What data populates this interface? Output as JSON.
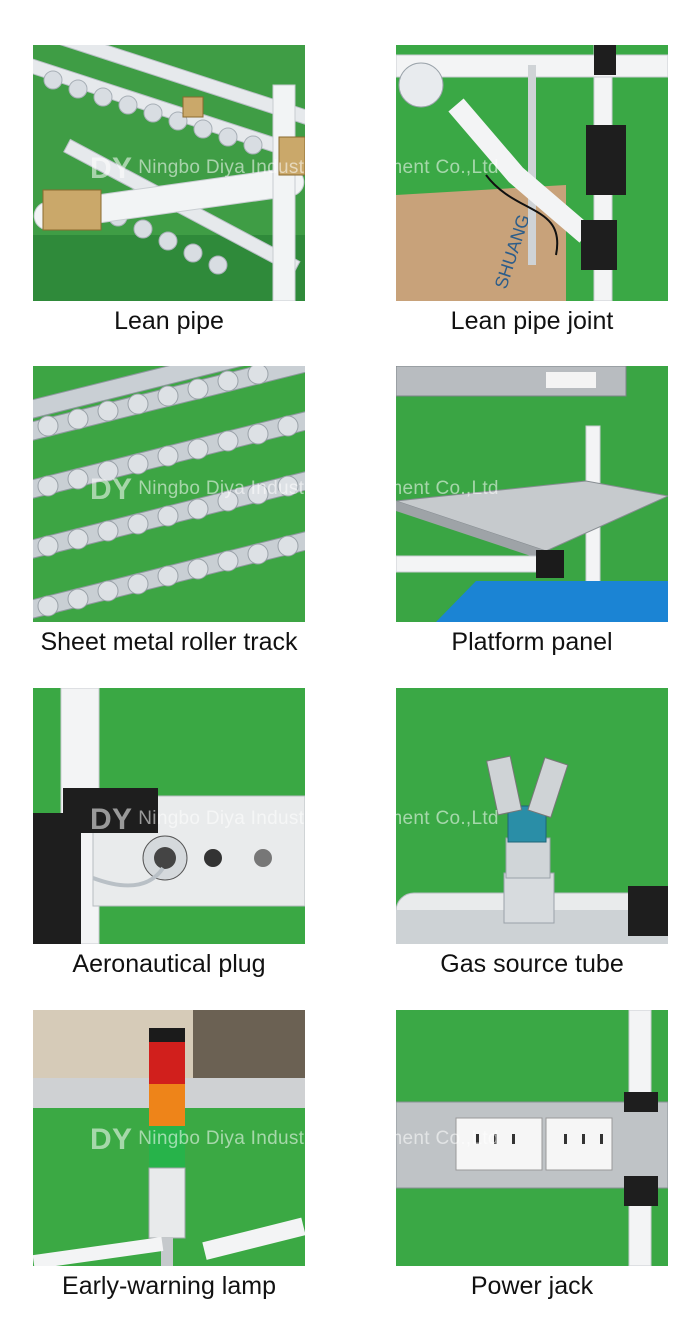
{
  "watermark": {
    "logo": "DY",
    "text": "Ningbo Diya Industrial Equipment Co.,Ltd"
  },
  "items": [
    {
      "caption": "Lean pipe"
    },
    {
      "caption": "Lean pipe joint",
      "carton_text": "SHUANG"
    },
    {
      "caption": "Sheet metal roller track"
    },
    {
      "caption": "Platform panel"
    },
    {
      "caption": "Aeronautical plug"
    },
    {
      "caption": "Gas source tube"
    },
    {
      "caption": "Early-warning lamp"
    },
    {
      "caption": "Power jack"
    }
  ]
}
